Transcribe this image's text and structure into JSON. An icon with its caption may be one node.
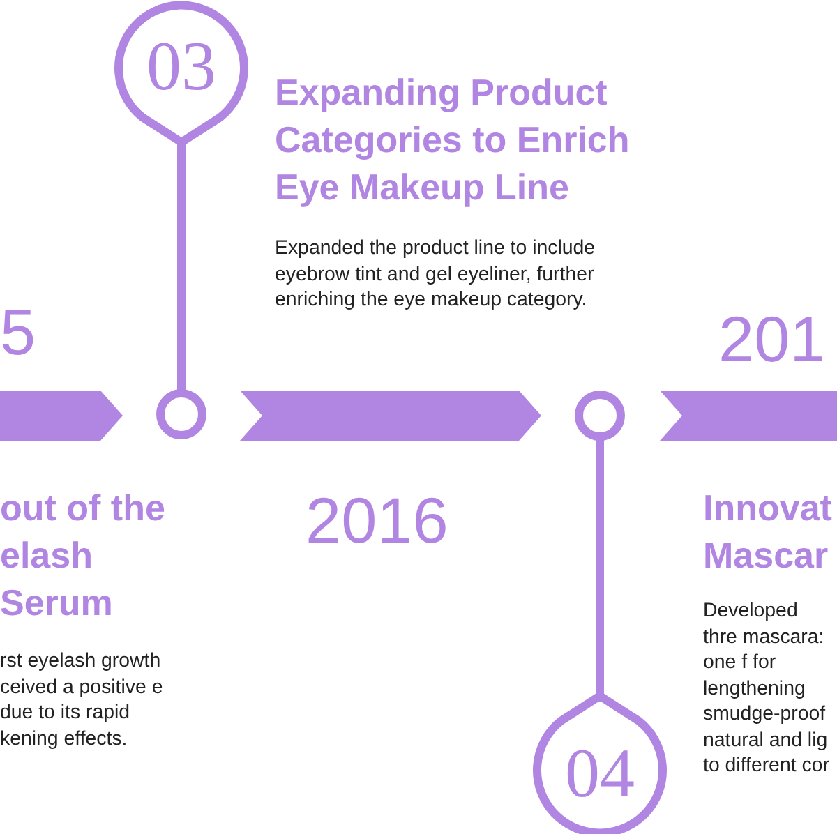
{
  "diagram": {
    "nodes": [
      {
        "text": [
          "03"
        ]
      },
      {
        "text": [],
        "shape": "circle"
      },
      {
        "text": [],
        "shape": "circle"
      },
      {
        "text": [
          "04"
        ]
      },
      {
        "text": [],
        "shape": "chevron"
      },
      {
        "text": [],
        "shape": "chevron"
      },
      {
        "text": [],
        "shape": "chevron"
      }
    ],
    "edges": [
      {
        "from": 0,
        "to": 1,
        "arrow": "none"
      },
      {
        "from": 2,
        "to": 3,
        "arrow": "none"
      }
    ],
    "labels": [
      "Expanding Product Categories to Enrich Eye Makeup Line",
      "Expanded the product line to include eyebrow tint and gel eyeliner, further enriching the eye makeup category.",
      "5",
      "201",
      "2016",
      "out of the elash Serum",
      "Innovat Mascar",
      "Developed thre mascara: one f for lengthening smudge-proof natural and lig to different cor",
      "rst eyelash growth ceived a positive e due to its rapid kening effects."
    ]
  }
}
